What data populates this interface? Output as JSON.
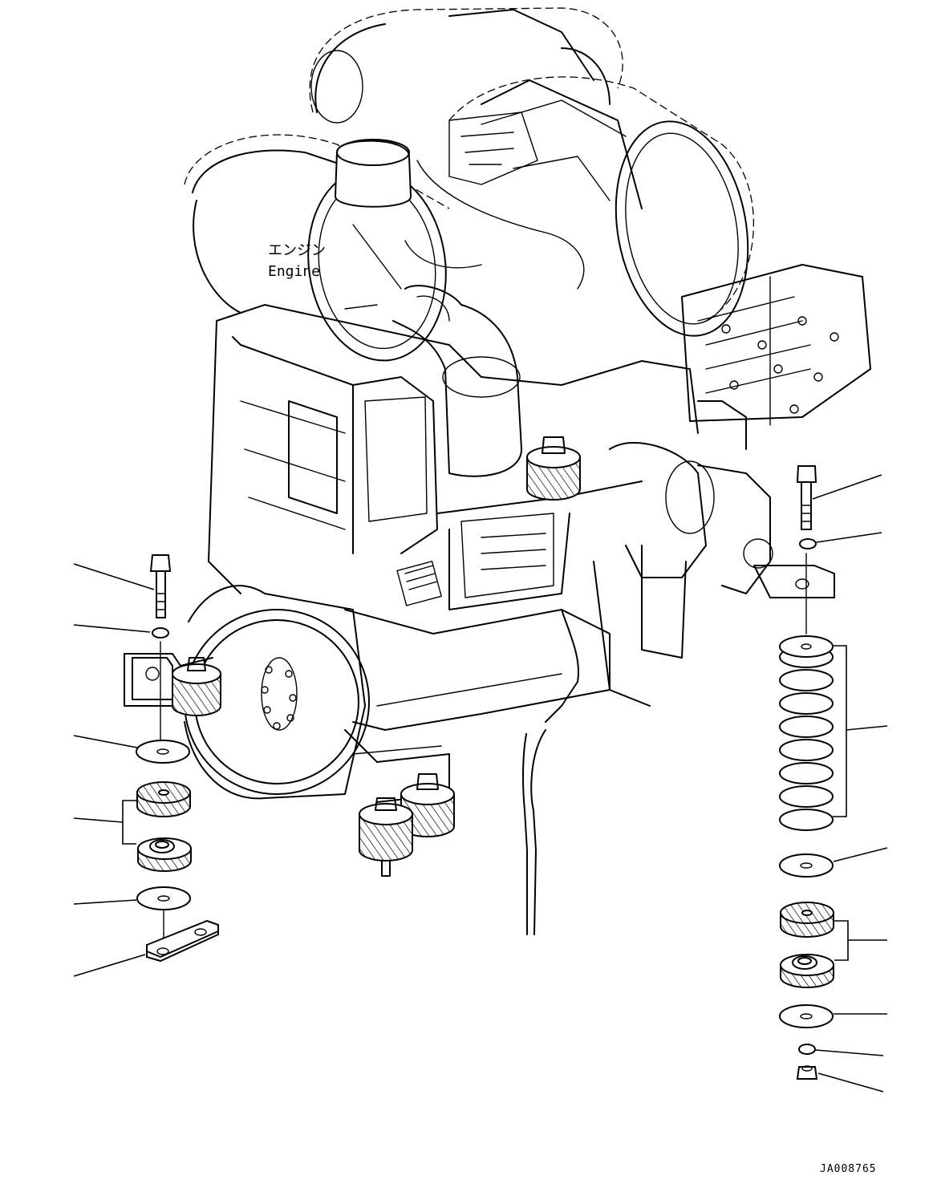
{
  "engine_label": {
    "japanese": "エンジン",
    "english": "Engine"
  },
  "drawing_code": "JA008765"
}
